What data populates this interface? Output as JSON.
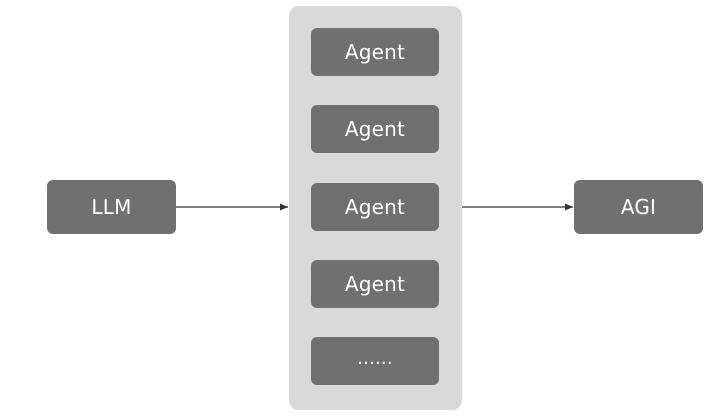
{
  "diagram": {
    "source_node": {
      "label": "LLM"
    },
    "target_node": {
      "label": "AGI"
    },
    "agent_group": {
      "items": [
        {
          "label": "Agent"
        },
        {
          "label": "Agent"
        },
        {
          "label": "Agent"
        },
        {
          "label": "Agent"
        },
        {
          "label": "......"
        }
      ]
    },
    "edges": [
      {
        "from": "LLM",
        "to": "agent_group"
      },
      {
        "from": "agent_group",
        "to": "AGI"
      }
    ]
  },
  "colors": {
    "node_fill": "#707070",
    "group_fill": "#d9d9d9",
    "text": "#ffffff",
    "arrow": "#333333"
  }
}
